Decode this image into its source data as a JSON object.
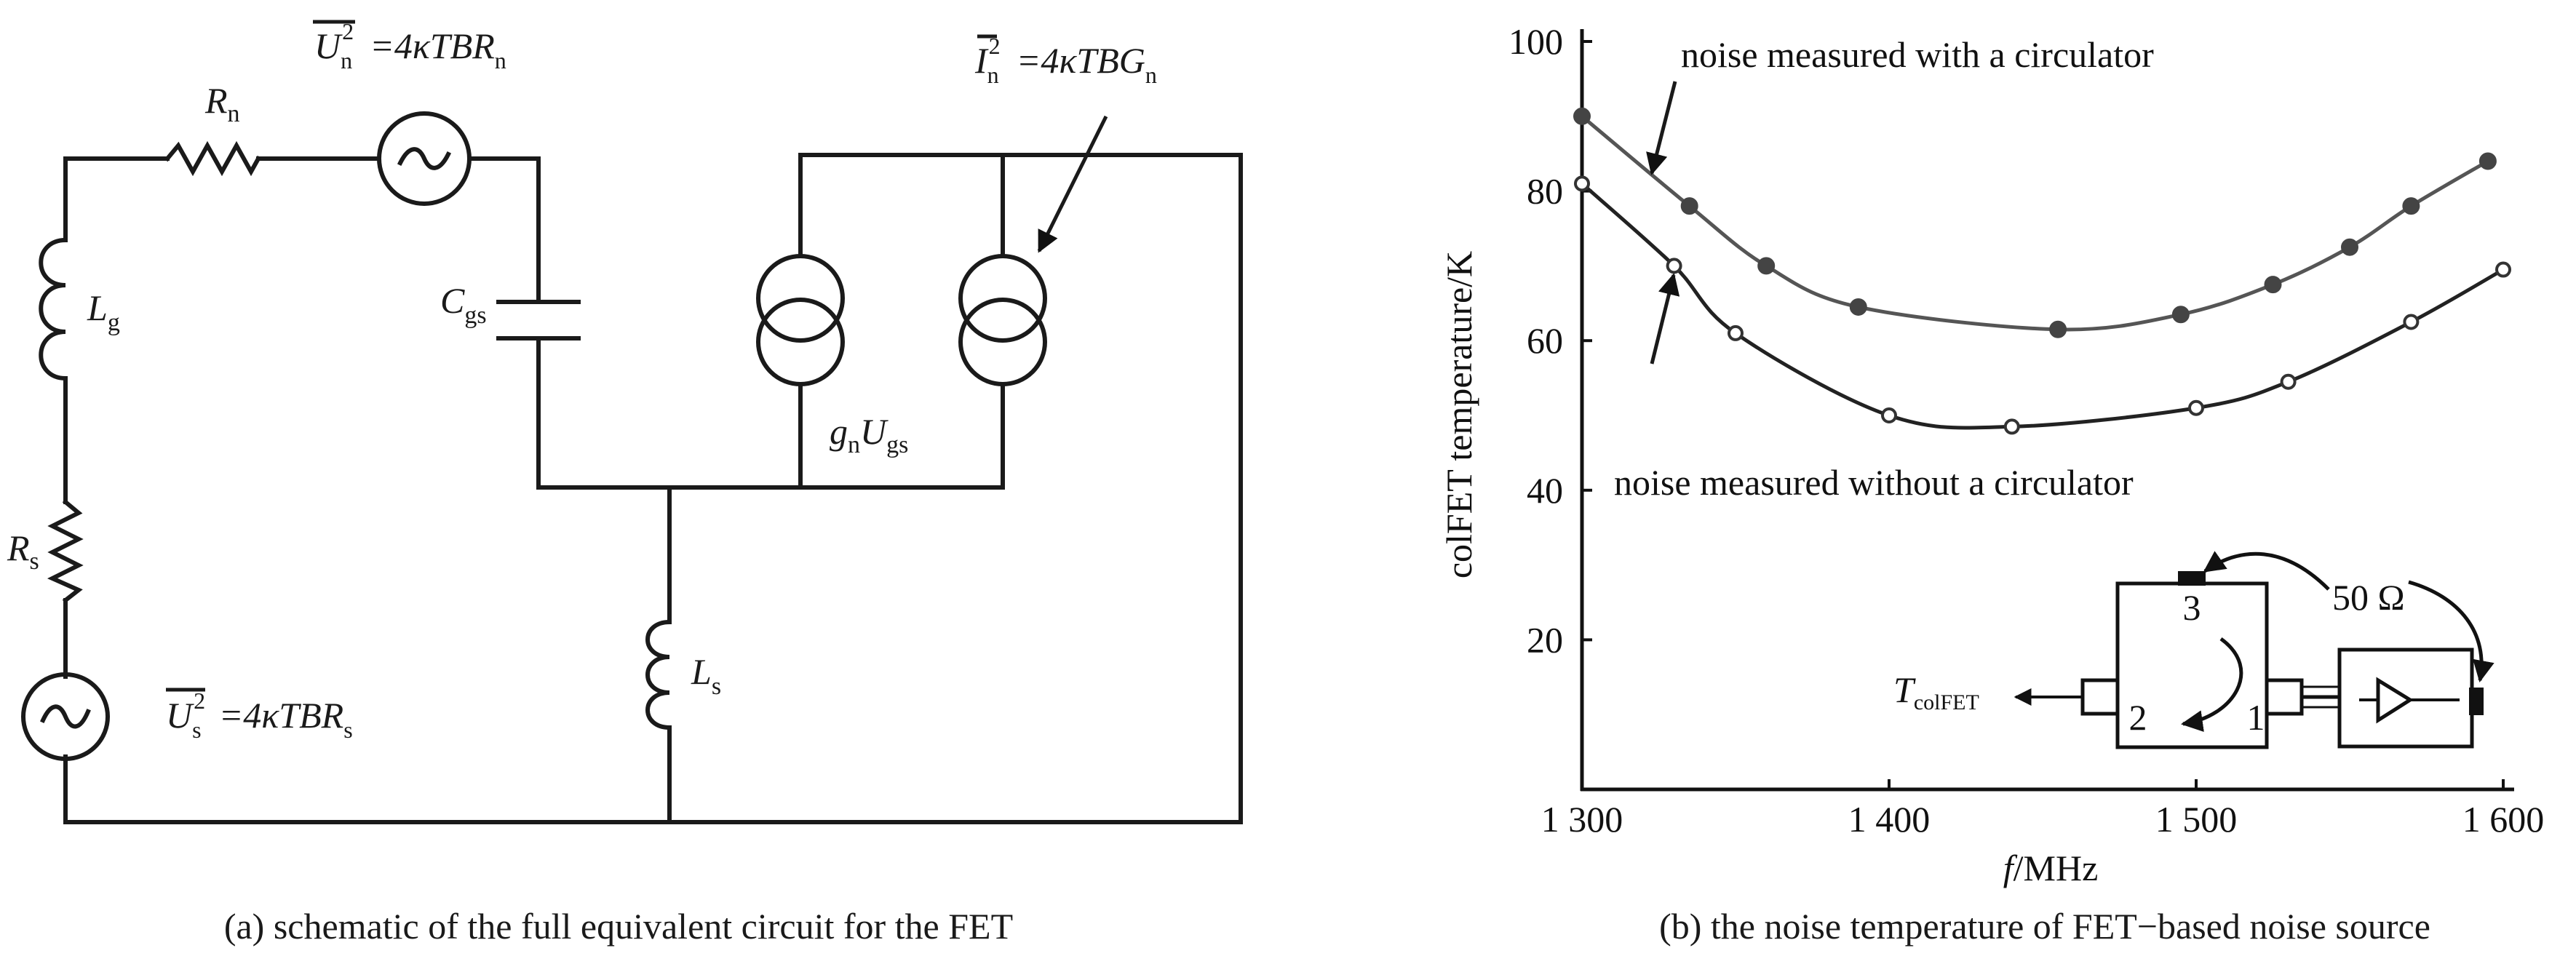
{
  "panel_a": {
    "caption": "(a) schematic of the full equivalent circuit for the FET",
    "labels": {
      "Rn_main": "R",
      "Rn_sub": "n",
      "Un_main": "U",
      "Un_sup": "2",
      "Un_sub": "n",
      "Un_eq": "=4κTBR",
      "Un_eq_sub": "n",
      "Lg_main": "L",
      "Lg_sub": "g",
      "Cgs_main": "C",
      "Cgs_sub": "gs",
      "In_main": "I",
      "In_sup": "2",
      "In_sub": "n",
      "In_eq": "=4κTBG",
      "In_eq_sub": "n",
      "gn_main": "g",
      "gn_sub": "n",
      "Ugs_main": "U",
      "Ugs_sub": "gs",
      "Rs_main": "R",
      "Rs_sub": "s",
      "Ls_main": "L",
      "Ls_sub": "s",
      "Us_main": "U",
      "Us_sup": "2",
      "Us_sub": "s",
      "Us_eq": "=4κTBR",
      "Us_eq_sub": "s"
    }
  },
  "panel_b": {
    "caption": "(b) the noise temperature of FET−based noise source",
    "annotations": {
      "with": "noise measured with a circulator",
      "without": "noise measured without a circulator"
    },
    "inset": {
      "ohm_label": "50 Ω",
      "port1": "1",
      "port2": "2",
      "port3": "3",
      "tout_main": "T",
      "tout_sub": "colFET"
    },
    "chart_data": {
      "type": "line",
      "xlabel_italic": "f",
      "xlabel_rest": "/MHz",
      "ylabel": "colFET temperature/K",
      "xlim": [
        1300,
        1600
      ],
      "ylim": [
        0,
        100
      ],
      "x_ticks": [
        1300,
        1400,
        1500,
        1600
      ],
      "x_tick_labels": [
        "1 300",
        "1 400",
        "1 500",
        "1 600"
      ],
      "y_ticks": [
        20,
        40,
        60,
        80,
        100
      ],
      "y_tick_labels": [
        "20",
        "40",
        "60",
        "80",
        "100"
      ],
      "grid": false,
      "series": [
        {
          "name": "noise measured with a circulator",
          "marker": "filled",
          "x": [
            1300,
            1335,
            1360,
            1390,
            1455,
            1495,
            1525,
            1550,
            1570,
            1595
          ],
          "y": [
            90,
            78,
            70,
            64.5,
            61.5,
            63.5,
            67.5,
            72.5,
            78,
            84
          ]
        },
        {
          "name": "noise measured without a circulator",
          "marker": "open",
          "x": [
            1300,
            1330,
            1350,
            1400,
            1440,
            1500,
            1530,
            1570,
            1600
          ],
          "y": [
            81,
            70,
            61,
            50,
            48.5,
            51,
            54.5,
            62.5,
            69.5
          ]
        }
      ]
    }
  }
}
